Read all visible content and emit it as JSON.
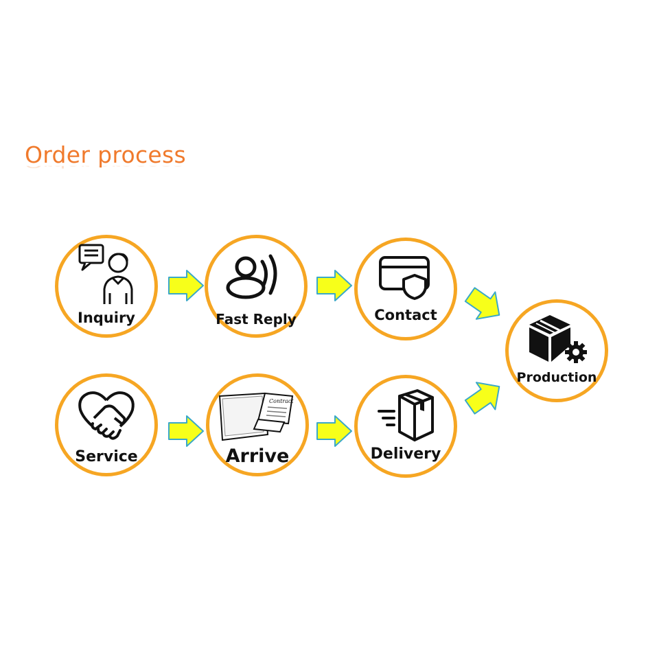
{
  "title": "Order process",
  "colors": {
    "title": "#f07a2c",
    "circle_border": "#f6a623",
    "arrow_fill": "#f7ff1a",
    "arrow_stroke": "#3aa8c8"
  },
  "steps": [
    {
      "id": "inquiry",
      "label": "Inquiry",
      "icon": "person-chat-icon"
    },
    {
      "id": "fast-reply",
      "label": "Fast Reply",
      "icon": "users-reply-icon"
    },
    {
      "id": "contact",
      "label": "Contact",
      "icon": "card-shield-icon"
    },
    {
      "id": "production",
      "label": "Production",
      "icon": "boxes-gear-icon"
    },
    {
      "id": "delivery",
      "label": "Delivery",
      "icon": "package-icon"
    },
    {
      "id": "arrive",
      "label": "Arrive",
      "icon": "contract-document-icon"
    },
    {
      "id": "service",
      "label": "Service",
      "icon": "handshake-icon"
    }
  ],
  "contract_icon_text": "Contract"
}
